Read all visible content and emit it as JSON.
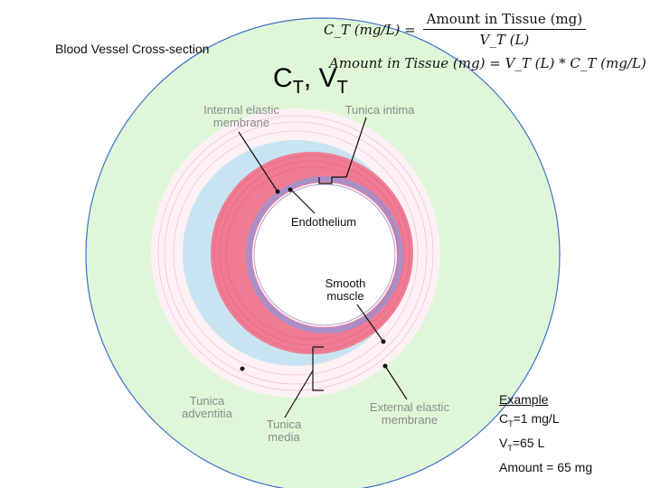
{
  "slide": {
    "title": "Blood Vessel Cross-section",
    "symbol": {
      "c": "C",
      "c_sub": "T",
      "sep": ", ",
      "v": "V",
      "v_sub": "T"
    }
  },
  "formulas": {
    "concentration": {
      "lhs": "C_T (mg/L) =",
      "numerator": "Amount in Tissue (mg)",
      "denominator": "V_T (L)"
    },
    "amount": "Amount in Tissue (mg) = V_T (L) * C_T (mg/L)"
  },
  "diagram": {
    "labels": {
      "internal_elastic_membrane": "Internal elastic membrane",
      "tunica_intima": "Tunica intima",
      "endothelium": "Endothelium",
      "smooth_muscle": "Smooth muscle",
      "tunica_adventitia": "Tunica adventitia",
      "tunica_media": "Tunica media",
      "external_elastic_membrane": "External elastic membrane"
    },
    "colors": {
      "outer_fill": "#dff7d8",
      "outer_stroke": "#3f6fc8",
      "adventitia_fill": "#fdf1f5",
      "blue_layer": "#c8e4f2",
      "media_fill": "#f07c94",
      "intima_purple": "#a98fc9",
      "lumen": "#ffffff"
    }
  },
  "example": {
    "title": "Example",
    "ct_label": "C",
    "ct_sub": "T",
    "ct_value": "=1 mg/L",
    "vt_label": "V",
    "vt_sub": "T",
    "vt_value": "=65 L",
    "amount": "Amount = 65 mg"
  }
}
